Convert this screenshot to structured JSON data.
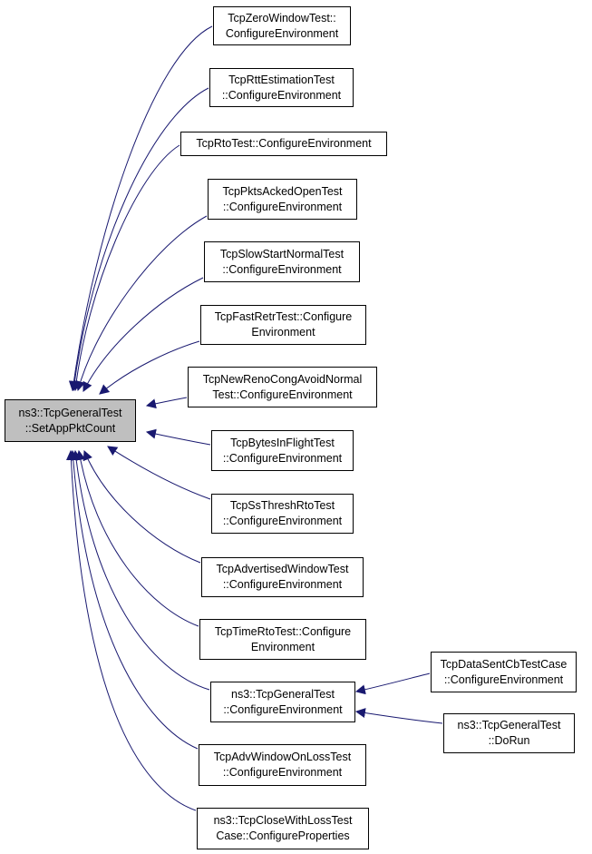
{
  "root": {
    "label": "ns3::TcpGeneralTest\n::SetAppPktCount"
  },
  "callers": [
    {
      "label": "TcpZeroWindowTest::\nConfigureEnvironment"
    },
    {
      "label": "TcpRttEstimationTest\n::ConfigureEnvironment"
    },
    {
      "label": "TcpRtoTest::ConfigureEnvironment"
    },
    {
      "label": "TcpPktsAckedOpenTest\n::ConfigureEnvironment"
    },
    {
      "label": "TcpSlowStartNormalTest\n::ConfigureEnvironment"
    },
    {
      "label": "TcpFastRetrTest::Configure\nEnvironment"
    },
    {
      "label": "TcpNewRenoCongAvoidNormal\nTest::ConfigureEnvironment"
    },
    {
      "label": "TcpBytesInFlightTest\n::ConfigureEnvironment"
    },
    {
      "label": "TcpSsThreshRtoTest\n::ConfigureEnvironment"
    },
    {
      "label": "TcpAdvertisedWindowTest\n::ConfigureEnvironment"
    },
    {
      "label": "TcpTimeRtoTest::Configure\nEnvironment"
    },
    {
      "label": "ns3::TcpGeneralTest\n::ConfigureEnvironment"
    },
    {
      "label": "TcpAdvWindowOnLossTest\n::ConfigureEnvironment"
    },
    {
      "label": "ns3::TcpCloseWithLossTest\nCase::ConfigureProperties"
    }
  ],
  "second_level": [
    {
      "label": "TcpDataSentCbTestCase\n::ConfigureEnvironment"
    },
    {
      "label": "ns3::TcpGeneralTest\n::DoRun"
    }
  ],
  "colors": {
    "edge": "#191970",
    "root_fill": "#bfbfbf",
    "node_fill": "#ffffff",
    "border": "#000000"
  }
}
